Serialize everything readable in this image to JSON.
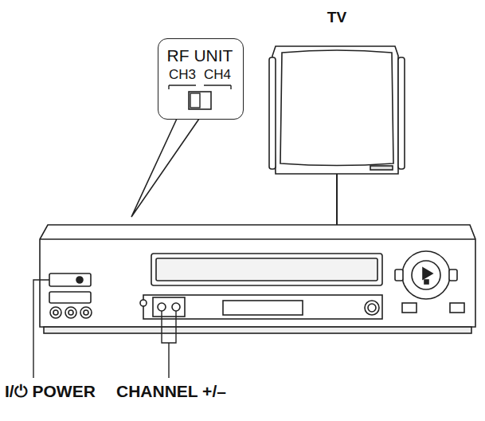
{
  "diagram": {
    "nodes": [
      {
        "text": [
          "RF UNIT",
          "CH3",
          "CH4"
        ]
      },
      {
        "text": [
          "TV"
        ]
      }
    ],
    "labels": [
      "I/⏻ POWER",
      "CHANNEL +/–"
    ]
  }
}
